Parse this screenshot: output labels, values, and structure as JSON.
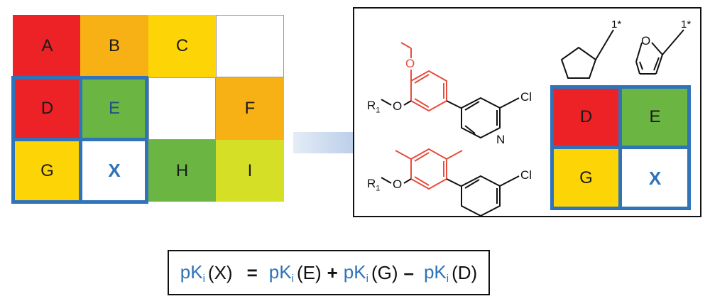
{
  "colors": {
    "red": "#ec2227",
    "orange": "#f8b114",
    "yellow": "#fdd506",
    "green": "#6bb543",
    "lime": "#d4df25",
    "blue": "#2f73b8",
    "substituent_red": "#e74c3c"
  },
  "matrix": {
    "cells": [
      {
        "label": "A",
        "color": "red"
      },
      {
        "label": "B",
        "color": "orange"
      },
      {
        "label": "C",
        "color": "yellow"
      },
      {
        "label": "",
        "color": "white"
      },
      {
        "label": "D",
        "color": "red"
      },
      {
        "label": "E",
        "color": "green"
      },
      {
        "label": "",
        "color": "white"
      },
      {
        "label": "F",
        "color": "orange"
      },
      {
        "label": "G",
        "color": "yellow"
      },
      {
        "label": "X",
        "color": "white"
      },
      {
        "label": "H",
        "color": "green"
      },
      {
        "label": "I",
        "color": "lime"
      }
    ]
  },
  "zoom": {
    "cells": [
      {
        "label": "D",
        "color": "red"
      },
      {
        "label": "E",
        "color": "green"
      },
      {
        "label": "G",
        "color": "yellow"
      },
      {
        "label": "X",
        "color": "white"
      }
    ]
  },
  "structures": {
    "r1": "R",
    "r1_sub": "1",
    "oxygen": "O",
    "nitrogen": "N",
    "chlorine": "Cl",
    "attach": "1*"
  },
  "formula": {
    "pk": "pK",
    "pk_sub": "i",
    "x_arg": "(X)",
    "equals": "=",
    "e_arg": "(E)",
    "plus": "+",
    "g_arg": "(G)",
    "minus": "–",
    "d_arg": "(D)"
  }
}
